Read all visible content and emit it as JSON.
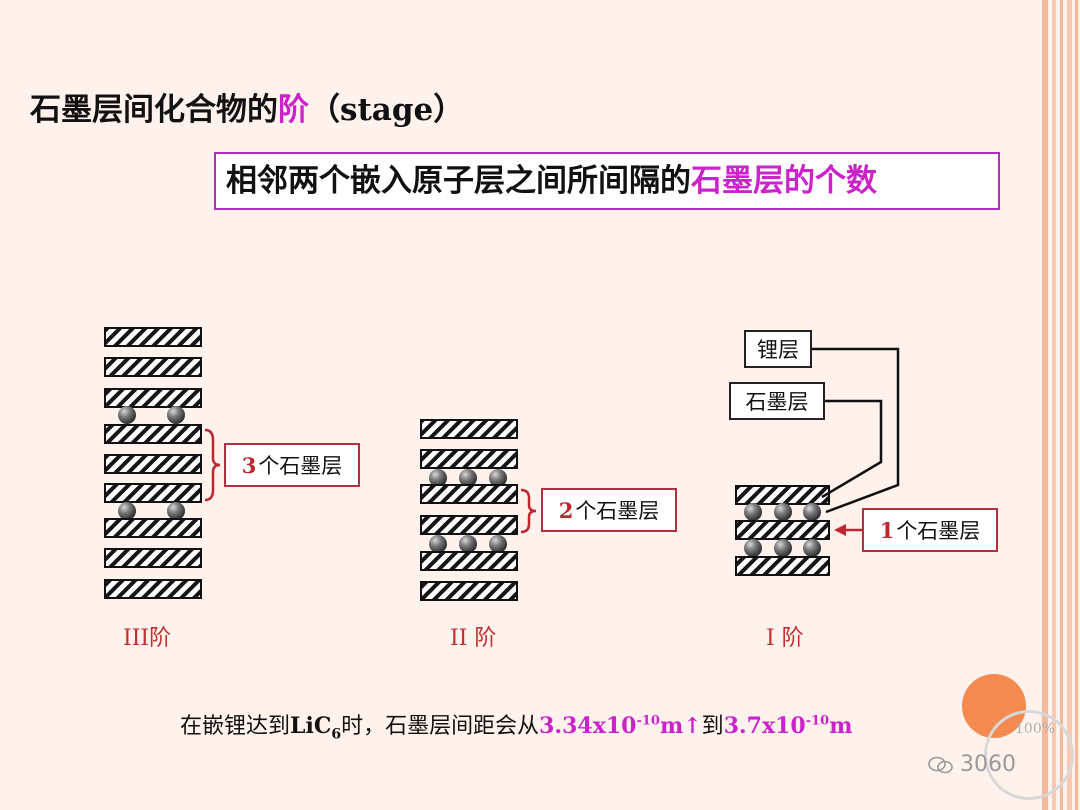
{
  "title": {
    "prefix": "石墨层间化合物的",
    "highlight": "阶",
    "suffix": "（stage）"
  },
  "definition": {
    "prefix": "相邻两个嵌入原子层之间所间隔的",
    "highlight": "石墨层的个数"
  },
  "callouts": {
    "stage3": {
      "num": "3",
      "text": "个石墨层"
    },
    "stage2": {
      "num": "2",
      "text": "个石墨层"
    },
    "stage1": {
      "num": "1",
      "text": "个石墨层"
    },
    "lithium_layer": "锂层",
    "graphite_layer": "石墨层"
  },
  "stages": {
    "s3": "III阶",
    "s2": "II 阶",
    "s1": "I 阶"
  },
  "bottom": {
    "p1": "在嵌锂达到",
    "formula": "LiC",
    "sub": "6",
    "p2": "时，石墨层间距会从",
    "v1": "3.34x10",
    "e1": "-10",
    "u1": "m↑",
    "p3": "到",
    "v2": "3.7x10",
    "e2": "-10",
    "u2": "m"
  },
  "watermark": {
    "text": "3060",
    "badge": "100%"
  },
  "colors": {
    "accent": "#cc22cc",
    "red": "#c0262e",
    "orange": "#f48a50",
    "background": "#fff2ec"
  }
}
